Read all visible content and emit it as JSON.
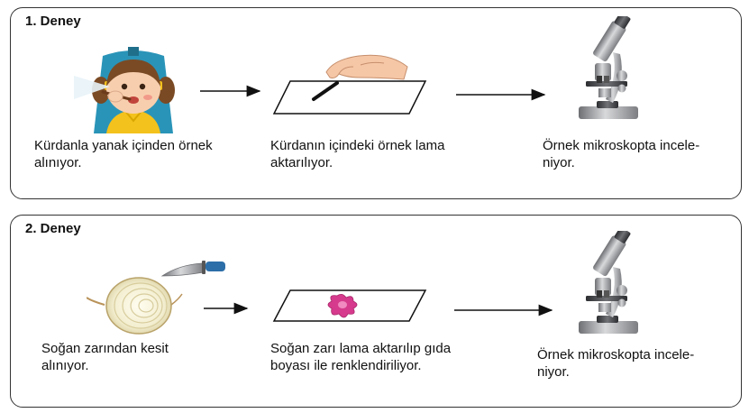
{
  "experiment1": {
    "title": "1. Deney",
    "step1": {
      "line1": "Kürdanla yanak içinden örnek",
      "line2": "alınıyor."
    },
    "step2": {
      "line1": "Kürdanın içindeki örnek lama",
      "line2": "aktarılıyor."
    },
    "step3": {
      "line1": "Örnek mikroskopta incele-",
      "line2": "niyor."
    }
  },
  "experiment2": {
    "title": "2. Deney",
    "step1": {
      "line1": "Soğan zarından kesit",
      "line2": "alınıyor."
    },
    "step2": {
      "line1": "Soğan zarı lama aktarılıp gıda",
      "line2": "boyası ile renklendiriliyor."
    },
    "step3": {
      "line1": "Örnek mikroskopta incele-",
      "line2": "niyor."
    }
  },
  "icons": {
    "girl": "girl-with-toothpick-icon",
    "hand": "hand-with-toothpick-icon",
    "slide": "glass-slide-icon",
    "microscope": "microscope-icon",
    "onion": "onion-half-icon",
    "knife": "knife-icon",
    "stain": "stained-onion-membrane-icon",
    "arrow": "arrow-right-icon"
  },
  "colors": {
    "stain": "#d63a8c",
    "knife_handle": "#2c6ea8",
    "girl_hair": "#7a4a24",
    "girl_shirt": "#f4c21c",
    "seat": "#2a94b8"
  }
}
